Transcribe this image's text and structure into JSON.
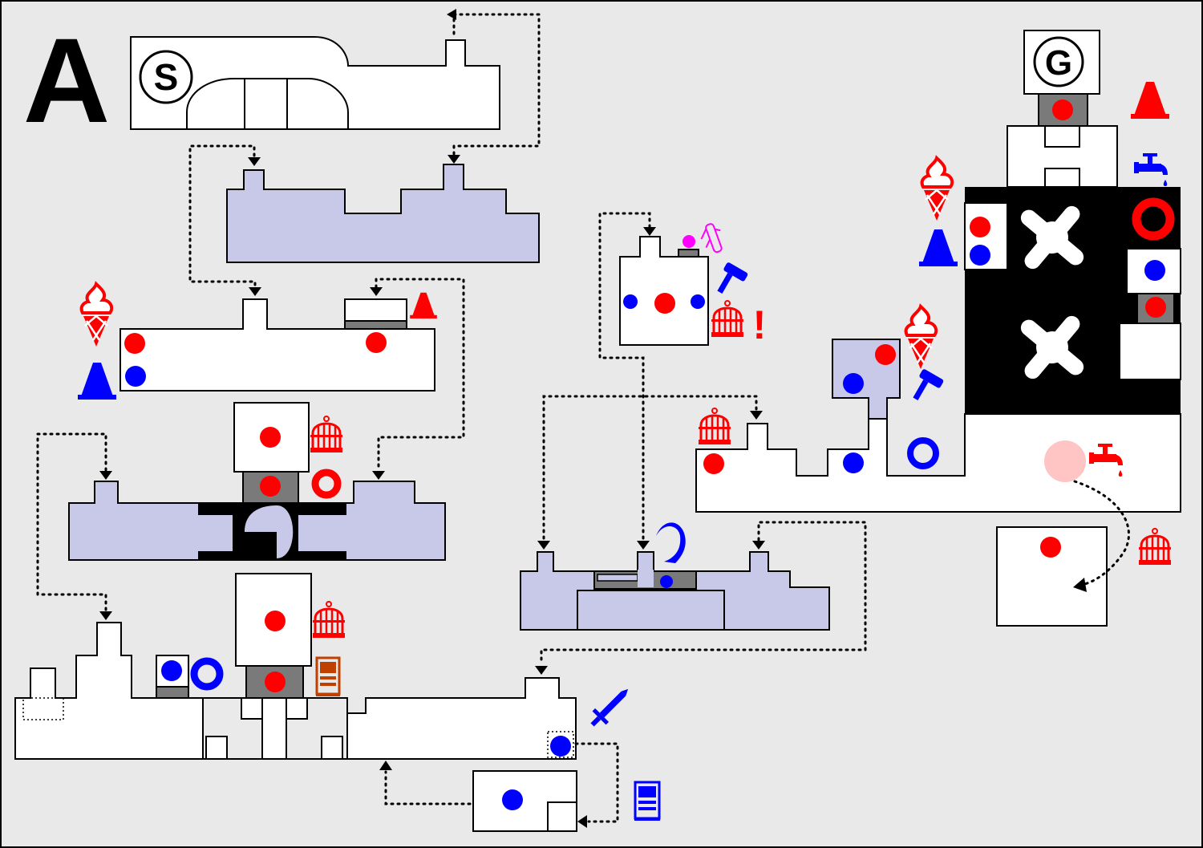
{
  "map": {
    "area_letter": "A",
    "start_label": "S",
    "goal_label": "G"
  },
  "colors": {
    "background": "#e9e9e9",
    "room": "#ffffff",
    "water_room": "#c8c8e8",
    "pipe": "#7a7a7a",
    "red_switch": "#ff0000",
    "blue_switch": "#0000ff",
    "key_item": "#ff00ff",
    "machine": "#c04000"
  },
  "icons": [
    "ice-cream-icon",
    "cone-icon",
    "cage-icon",
    "ring-icon",
    "hammer-icon",
    "faucet-icon",
    "sword-icon",
    "vending-machine-icon",
    "scroll-icon",
    "ghost-icon",
    "exclamation-icon"
  ],
  "markers": {
    "exclamation": "!"
  }
}
